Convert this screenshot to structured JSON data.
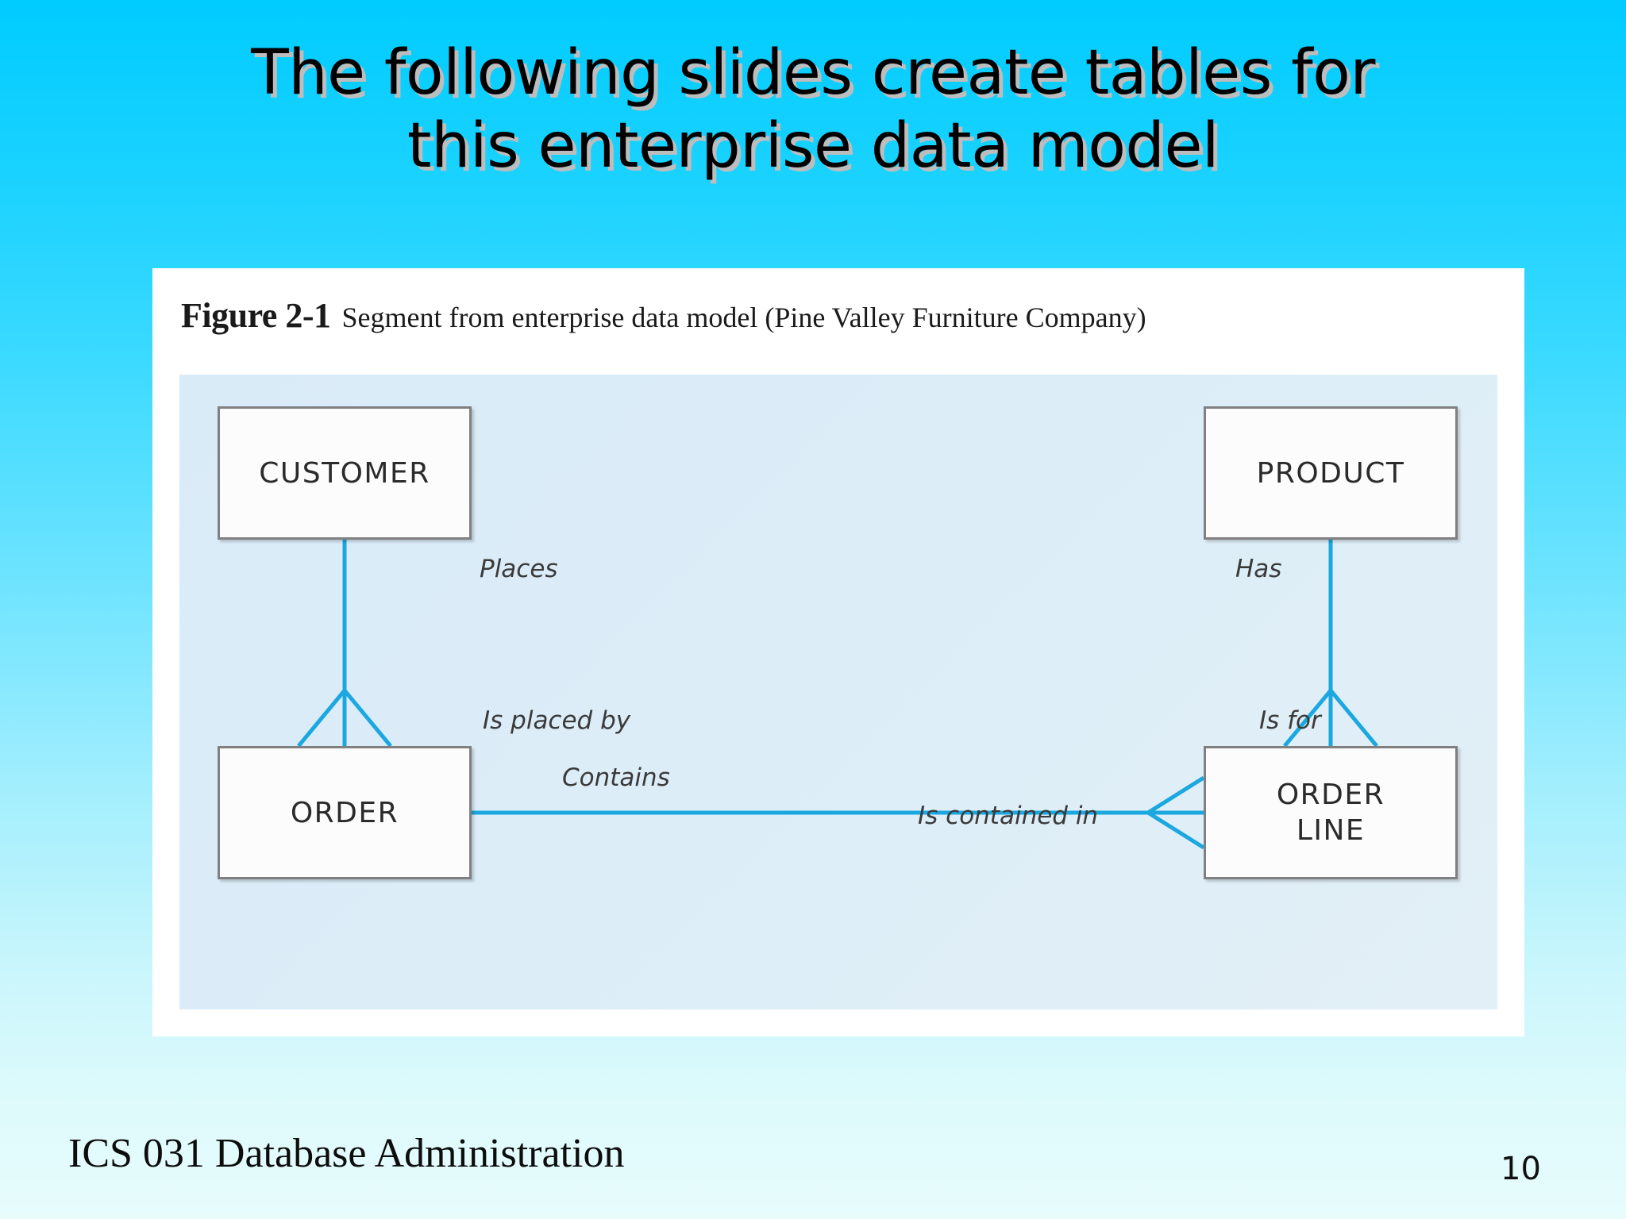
{
  "slide": {
    "background_top_color": "#00CCFF",
    "background_bottom_color": "#E8FCFC",
    "title_lines": [
      "The following slides create tables for",
      "this enterprise data model"
    ],
    "title_line_1": "The following slides create tables for",
    "title_line_2": "this enterprise data model",
    "page_number": "10",
    "footer": "ICS 031 Database Administration"
  },
  "figure": {
    "caption_label": "Figure 2-1",
    "caption_text": "Segment from enterprise data model (Pine Valley Furniture Company)",
    "panel_background": "#FFFFFF",
    "diagram_background": "#DCEDF8",
    "entity_border_color": "#808080",
    "relationship_line_color": "#1BA8E0",
    "entities": [
      {
        "id": "customer",
        "label": "CUSTOMER"
      },
      {
        "id": "product",
        "label": "PRODUCT"
      },
      {
        "id": "order",
        "label": "ORDER"
      },
      {
        "id": "order-line",
        "label": "ORDER\nLINE"
      }
    ],
    "relationships": [
      {
        "id": "places",
        "label": "Places",
        "from": "CUSTOMER",
        "to": "ORDER",
        "to_cardinality": "many"
      },
      {
        "id": "is-placed-by",
        "label": "Is placed by",
        "from": "ORDER",
        "to": "CUSTOMER",
        "to_cardinality": "one"
      },
      {
        "id": "contains",
        "label": "Contains",
        "from": "ORDER",
        "to": "ORDER LINE",
        "to_cardinality": "many"
      },
      {
        "id": "is-contained-in",
        "label": "Is contained in",
        "from": "ORDER LINE",
        "to": "ORDER",
        "to_cardinality": "one"
      },
      {
        "id": "has",
        "label": "Has",
        "from": "PRODUCT",
        "to": "ORDER LINE",
        "to_cardinality": "many"
      },
      {
        "id": "is-for",
        "label": "Is for",
        "from": "ORDER LINE",
        "to": "PRODUCT",
        "to_cardinality": "one"
      }
    ]
  }
}
